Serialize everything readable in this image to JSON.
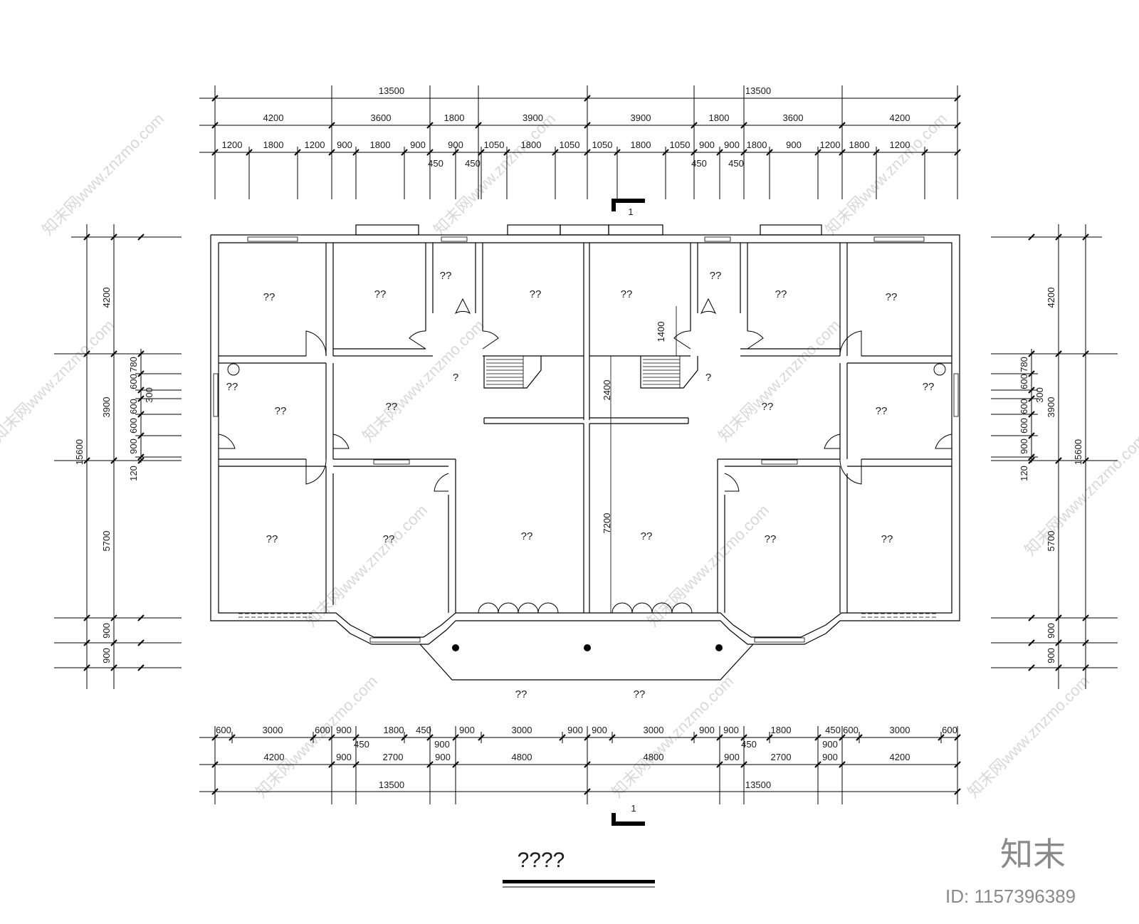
{
  "watermark": {
    "text": "知末网www.znzmo.com",
    "brand": "知末",
    "id_text": "ID: 1157396389"
  },
  "drawing_title": "????",
  "section_mark": "1",
  "room_label": "??",
  "small_label": "?",
  "top_dims": {
    "row1": [
      "13500",
      "13500"
    ],
    "row2": [
      "4200",
      "3600",
      "1800",
      "3900",
      "3900",
      "1800",
      "3600",
      "4200"
    ],
    "row3": [
      "1200",
      "1800",
      "1200",
      "900",
      "1800",
      "900",
      "900",
      "1050",
      "1800",
      "1050",
      "1050",
      "1800",
      "1050",
      "900",
      "900",
      "1800",
      "900",
      "1200",
      "1800",
      "1200"
    ],
    "small": [
      "450",
      "450",
      "450",
      "450"
    ]
  },
  "bottom_dims": {
    "row1": [
      "600",
      "3000",
      "600",
      "900",
      "1800",
      "450",
      "900",
      "3000",
      "900",
      "900",
      "3000",
      "900",
      "900",
      "1800",
      "450",
      "600",
      "3000",
      "600"
    ],
    "row2": [
      "4200",
      "900",
      "2700",
      "900",
      "4800",
      "4800",
      "900",
      "2700",
      "900",
      "4200"
    ],
    "row3": [
      "13500",
      "13500"
    ],
    "small": [
      "450",
      "900",
      "450",
      "900"
    ]
  },
  "side_dims": {
    "total": "15600",
    "main": [
      "4200",
      "3900",
      "5700",
      "900",
      "900"
    ],
    "detail": [
      "780",
      "600",
      "600",
      "300",
      "900",
      "600",
      "120"
    ],
    "inner": [
      "1400",
      "2400",
      "7200"
    ]
  }
}
